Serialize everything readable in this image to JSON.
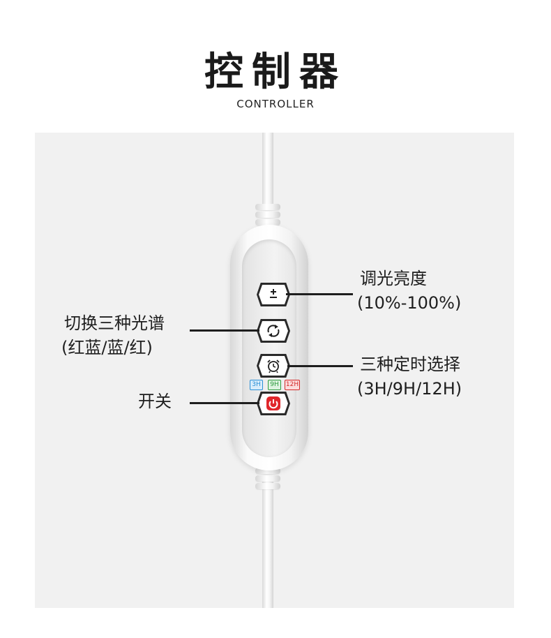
{
  "header": {
    "title": "控制器",
    "subtitle": "CONTROLLER"
  },
  "controller": {
    "timer_tags": [
      {
        "label": "3H",
        "color": "#2a8fd6"
      },
      {
        "label": "9H",
        "color": "#2e9b3e"
      },
      {
        "label": "12H",
        "color": "#d42a2a"
      }
    ]
  },
  "callouts": {
    "dimming": {
      "title": "调光亮度",
      "detail": "(10%-100%)"
    },
    "spectrum": {
      "title": "切换三种光谱",
      "detail": "(红蓝/蓝/红)"
    },
    "timer": {
      "title": "三种定时选择",
      "detail": "(3H/9H/12H)"
    },
    "power": {
      "title": "开关"
    }
  },
  "colors": {
    "power_icon": "#e0262b",
    "outline": "#2a2a2a"
  }
}
